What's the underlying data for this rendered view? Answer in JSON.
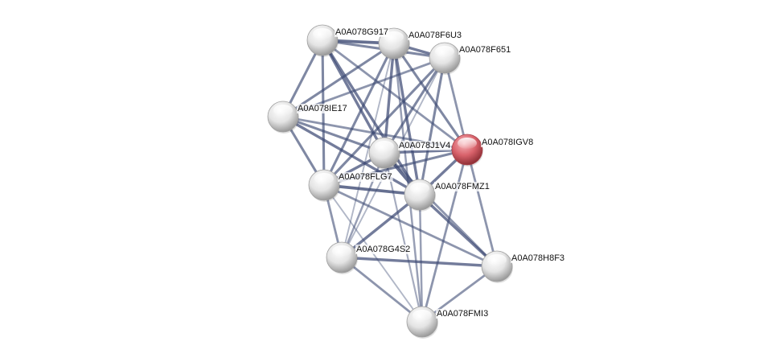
{
  "network": {
    "nodes": [
      {
        "id": "G917",
        "label": "A0A078G917",
        "color": "#e8e8e8"
      },
      {
        "id": "F6U3",
        "label": "A0A078F6U3",
        "color": "#e8e8e8"
      },
      {
        "id": "F651",
        "label": "A0A078F651",
        "color": "#e8e8e8"
      },
      {
        "id": "IE17",
        "label": "A0A078IE17",
        "color": "#e8e8e8"
      },
      {
        "id": "J1V4",
        "label": "A0A078J1V4",
        "color": "#e8e8e8"
      },
      {
        "id": "IGV8",
        "label": "A0A078IGV8",
        "color": "#e06670",
        "query": true
      },
      {
        "id": "FLG7",
        "label": "A0A078FLG7",
        "color": "#e8e8e8"
      },
      {
        "id": "FMZ1",
        "label": "A0A078FMZ1",
        "color": "#e8e8e8"
      },
      {
        "id": "G4S2",
        "label": "A0A078G4S2",
        "color": "#e8e8e8"
      },
      {
        "id": "H8F3",
        "label": "A0A078H8F3",
        "color": "#e8e8e8"
      },
      {
        "id": "FMI3",
        "label": "A0A078FMI3",
        "color": "#e8e8e8"
      }
    ],
    "edges": [
      {
        "a": "G917",
        "b": "F6U3",
        "w": 0.9
      },
      {
        "a": "G917",
        "b": "F651",
        "w": 0.7
      },
      {
        "a": "G917",
        "b": "IE17",
        "w": 0.7
      },
      {
        "a": "G917",
        "b": "J1V4",
        "w": 0.8
      },
      {
        "a": "G917",
        "b": "FLG7",
        "w": 0.7
      },
      {
        "a": "G917",
        "b": "FMZ1",
        "w": 0.8
      },
      {
        "a": "G917",
        "b": "IGV8",
        "w": 0.6
      },
      {
        "a": "F6U3",
        "b": "F651",
        "w": 0.8
      },
      {
        "a": "F6U3",
        "b": "IE17",
        "w": 0.7
      },
      {
        "a": "F6U3",
        "b": "J1V4",
        "w": 0.8
      },
      {
        "a": "F6U3",
        "b": "FLG7",
        "w": 0.7
      },
      {
        "a": "F6U3",
        "b": "FMZ1",
        "w": 0.8
      },
      {
        "a": "F6U3",
        "b": "IGV8",
        "w": 0.7
      },
      {
        "a": "F6U3",
        "b": "G4S2",
        "w": 0.3
      },
      {
        "a": "F6U3",
        "b": "FMI3",
        "w": 0.5
      },
      {
        "a": "F651",
        "b": "IE17",
        "w": 0.6
      },
      {
        "a": "F651",
        "b": "J1V4",
        "w": 0.7
      },
      {
        "a": "F651",
        "b": "FLG7",
        "w": 0.7
      },
      {
        "a": "F651",
        "b": "FMZ1",
        "w": 0.7
      },
      {
        "a": "F651",
        "b": "IGV8",
        "w": 0.6
      },
      {
        "a": "F651",
        "b": "G4S2",
        "w": 0.3
      },
      {
        "a": "IE17",
        "b": "J1V4",
        "w": 0.7
      },
      {
        "a": "IE17",
        "b": "FLG7",
        "w": 0.7
      },
      {
        "a": "IE17",
        "b": "FMZ1",
        "w": 0.8
      },
      {
        "a": "IE17",
        "b": "IGV8",
        "w": 0.6
      },
      {
        "a": "J1V4",
        "b": "IGV8",
        "w": 0.8
      },
      {
        "a": "J1V4",
        "b": "FLG7",
        "w": 0.8
      },
      {
        "a": "J1V4",
        "b": "FMZ1",
        "w": 0.9
      },
      {
        "a": "J1V4",
        "b": "G4S2",
        "w": 0.5
      },
      {
        "a": "J1V4",
        "b": "H8F3",
        "w": 0.6
      },
      {
        "a": "J1V4",
        "b": "FMI3",
        "w": 0.4
      },
      {
        "a": "IGV8",
        "b": "FLG7",
        "w": 0.7
      },
      {
        "a": "IGV8",
        "b": "FMZ1",
        "w": 0.8
      },
      {
        "a": "IGV8",
        "b": "H8F3",
        "w": 0.6
      },
      {
        "a": "IGV8",
        "b": "FMI3",
        "w": 0.6
      },
      {
        "a": "FLG7",
        "b": "FMZ1",
        "w": 0.9
      },
      {
        "a": "FLG7",
        "b": "G4S2",
        "w": 0.6
      },
      {
        "a": "FLG7",
        "b": "H8F3",
        "w": 0.6
      },
      {
        "a": "FLG7",
        "b": "FMI3",
        "w": 0.3
      },
      {
        "a": "FMZ1",
        "b": "G4S2",
        "w": 0.8
      },
      {
        "a": "FMZ1",
        "b": "H8F3",
        "w": 0.8
      },
      {
        "a": "FMZ1",
        "b": "FMI3",
        "w": 0.5
      },
      {
        "a": "G4S2",
        "b": "H8F3",
        "w": 0.8
      },
      {
        "a": "G4S2",
        "b": "FMI3",
        "w": 0.6
      },
      {
        "a": "H8F3",
        "b": "FMI3",
        "w": 0.6
      }
    ]
  }
}
